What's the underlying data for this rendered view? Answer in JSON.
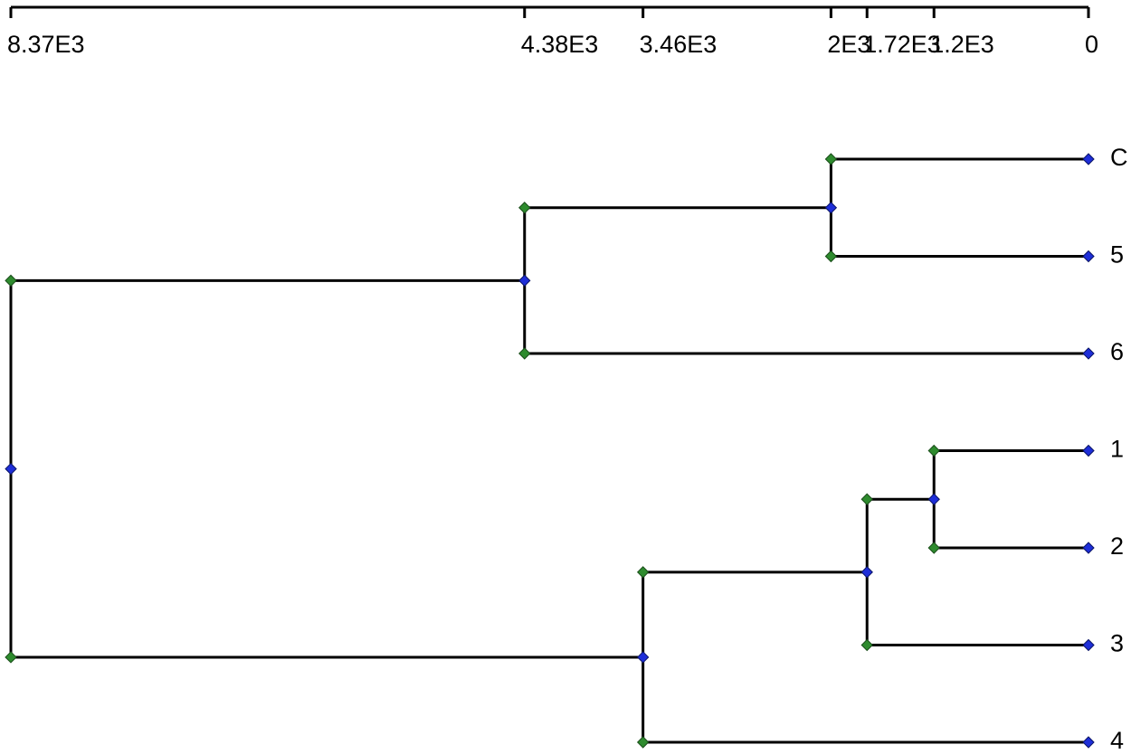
{
  "axis": {
    "ticks": [
      {
        "label": "8.37E3",
        "value": 8370
      },
      {
        "label": "4.38E3",
        "value": 4380
      },
      {
        "label": "3.46E3",
        "value": 3460
      },
      {
        "label": "2E3",
        "value": 2000
      },
      {
        "label": "1.72E3",
        "value": 1720
      },
      {
        "label": "1.2E3",
        "value": 1200
      },
      {
        "label": "0",
        "value": 0
      }
    ],
    "range": [
      8370,
      0
    ]
  },
  "leaves": [
    "C",
    "5",
    "6",
    "1",
    "2",
    "3",
    "4"
  ],
  "merges": [
    {
      "id": "m1",
      "children": [
        "1",
        "2"
      ],
      "height": 1200
    },
    {
      "id": "m2",
      "children": [
        "m1",
        "3"
      ],
      "height": 1720
    },
    {
      "id": "m3",
      "children": [
        "C",
        "5"
      ],
      "height": 2000
    },
    {
      "id": "m4",
      "children": [
        "m2",
        "4"
      ],
      "height": 3460
    },
    {
      "id": "m5",
      "children": [
        "m3",
        "6"
      ],
      "height": 4380
    },
    {
      "id": "m6",
      "children": [
        "m5",
        "m4"
      ],
      "height": 8370
    }
  ],
  "colors": {
    "child_node": "#2e8b2e",
    "parent_node": "#1e2ed8",
    "lines": "#000000"
  }
}
